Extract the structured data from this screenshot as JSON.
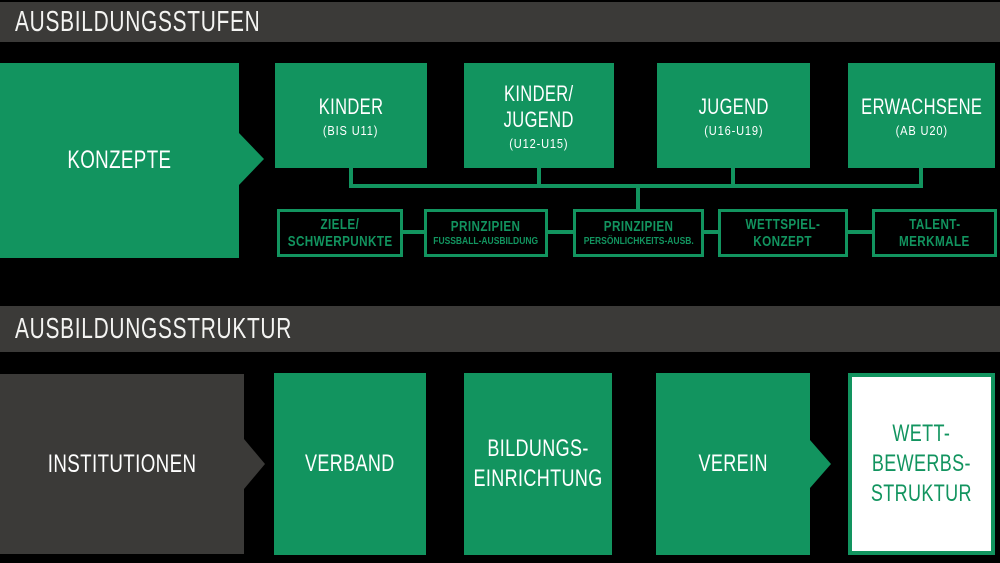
{
  "colors": {
    "green": "#12945f",
    "dark": "#3b3a38",
    "text_light": "#f4f4f2",
    "white": "#ffffff"
  },
  "section1": {
    "header": "AUSBILDUNGSSTUFEN",
    "lead": {
      "label": "KONZEPTE"
    },
    "stages": [
      {
        "title": "KINDER",
        "subtitle": "(BIS U11)"
      },
      {
        "title": "KINDER/\nJUGEND",
        "subtitle": "(U12-U15)"
      },
      {
        "title": "JUGEND",
        "subtitle": "(U16-U19)"
      },
      {
        "title": "ERWACHSENE",
        "subtitle": "(AB U20)"
      }
    ],
    "details": [
      {
        "line1": "ZIELE/",
        "line2": "SCHWERPUNKTE"
      },
      {
        "line1": "PRINZIPIEN",
        "line2": "FUSSBALL-AUSBILDUNG"
      },
      {
        "line1": "PRINZIPIEN",
        "line2": "PERSÖNLICHKEITS-AUSB."
      },
      {
        "line1": "WETTSPIEL-",
        "line2": "KONZEPT"
      },
      {
        "line1": "TALENT-",
        "line2": "MERKMALE"
      }
    ]
  },
  "section2": {
    "header": "AUSBILDUNGSSTRUKTUR",
    "lead": {
      "label": "INSTITUTIONEN"
    },
    "institutions": [
      {
        "label": "VERBAND"
      },
      {
        "label": "BILDUNGS-\nEINRICHTUNG"
      },
      {
        "label": "VEREIN"
      },
      {
        "label": "WETT-\nBEWERBS-\nSTRUKTUR"
      }
    ]
  }
}
